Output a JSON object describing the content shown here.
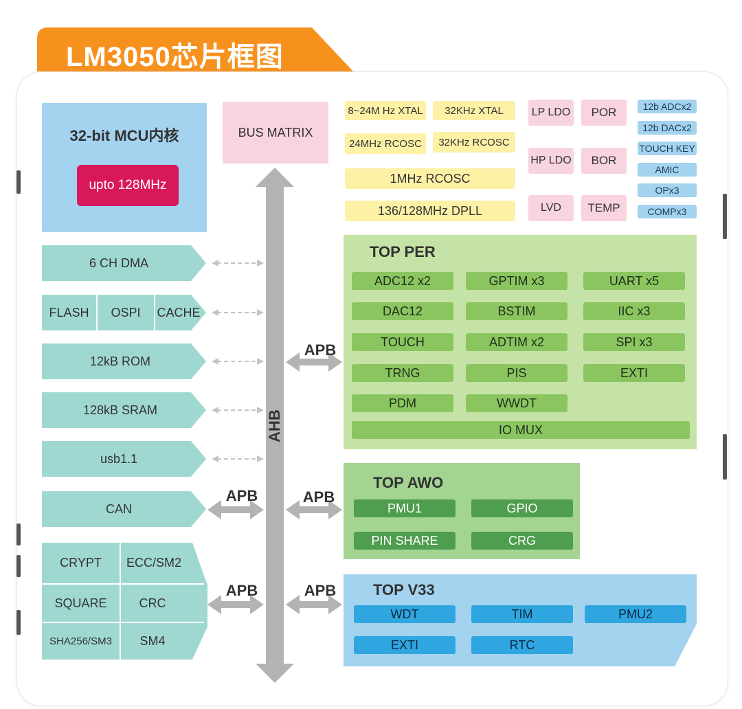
{
  "title": "LM3050芯片框图",
  "colors": {
    "orange": "#f7911e",
    "gray_arrow": "#b3b3b3",
    "teal": "#9fd8d1",
    "blue": "#a3d3ef",
    "green": "#c5e3a6",
    "magenta": "#d9185b"
  },
  "mcu": {
    "title": "32-bit MCU内核",
    "freq": "upto 128MHz"
  },
  "bus_matrix": "BUS MATRIX",
  "ahb": "AHB",
  "apb": "APB",
  "clocks": {
    "xtal_hs": "8~24M Hz XTAL",
    "xtal_32k": "32KHz XTAL",
    "rcosc_24m": "24MHz RCOSC",
    "rcosc_32k": "32KHz RCOSC",
    "rcosc_1m": "1MHz RCOSC",
    "dpll": "136/128MHz DPLL"
  },
  "power": {
    "lp_ldo": "LP LDO",
    "por": "POR",
    "hp_ldo": "HP LDO",
    "bor": "BOR",
    "lvd": "LVD",
    "temp": "TEMP"
  },
  "analog": [
    "12b ADCx2",
    "12b DACx2",
    "TOUCH KEY",
    "AMIC",
    "OPx3",
    "COMPx3"
  ],
  "left": {
    "dma": "6 CH DMA",
    "flash": "FLASH",
    "ospi": "OSPI",
    "cache": "CACHE",
    "rom": "12kB ROM",
    "sram": "128kB SRAM",
    "usb": "usb1.1",
    "can": "CAN",
    "crypt": "CRYPT",
    "ecc": "ECC/SM2",
    "square": "SQUARE",
    "crc": "CRC",
    "sha": "SHA256/SM3",
    "sm4": "SM4"
  },
  "top_per": {
    "title": "TOP PER",
    "items": [
      "ADC12 x2",
      "GPTIM x3",
      "UART x5",
      "DAC12",
      "BSTIM",
      "IIC x3",
      "TOUCH",
      "ADTIM x2",
      "SPI x3",
      "TRNG",
      "PIS",
      "EXTI",
      "PDM",
      "WWDT"
    ],
    "io_mux": "IO MUX"
  },
  "top_awo": {
    "title": "TOP AWO",
    "items": [
      "PMU1",
      "GPIO",
      "PIN SHARE",
      "CRG"
    ]
  },
  "top_v33": {
    "title": "TOP V33",
    "items": [
      "WDT",
      "TIM",
      "PMU2",
      "EXTI",
      "RTC"
    ]
  }
}
